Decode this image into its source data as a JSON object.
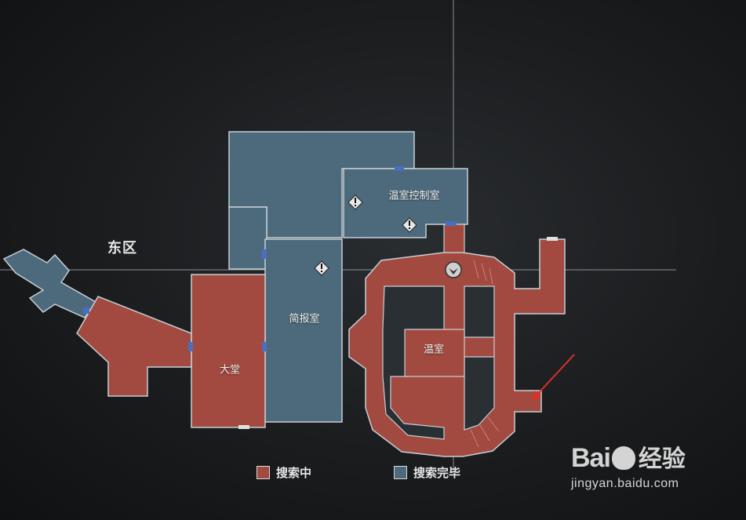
{
  "map": {
    "area_label": "东区",
    "rooms": {
      "greenhouse_control": "温室控制室",
      "briefing": "简报室",
      "hall": "大堂",
      "greenhouse": "温室"
    },
    "colors": {
      "searching": "#a24a40",
      "complete": "#4d6a7c",
      "door": "#4a6fc0",
      "border": "#c6cfd6"
    },
    "markers": [
      "warning-icon",
      "warning-icon",
      "warning-icon",
      "player-location-icon"
    ]
  },
  "legend": {
    "searching_label": "搜索中",
    "complete_label": "搜索完毕"
  },
  "watermark": {
    "brand": "Bai",
    "brand_cn": "经验",
    "url": "jingyan.baidu.com"
  }
}
